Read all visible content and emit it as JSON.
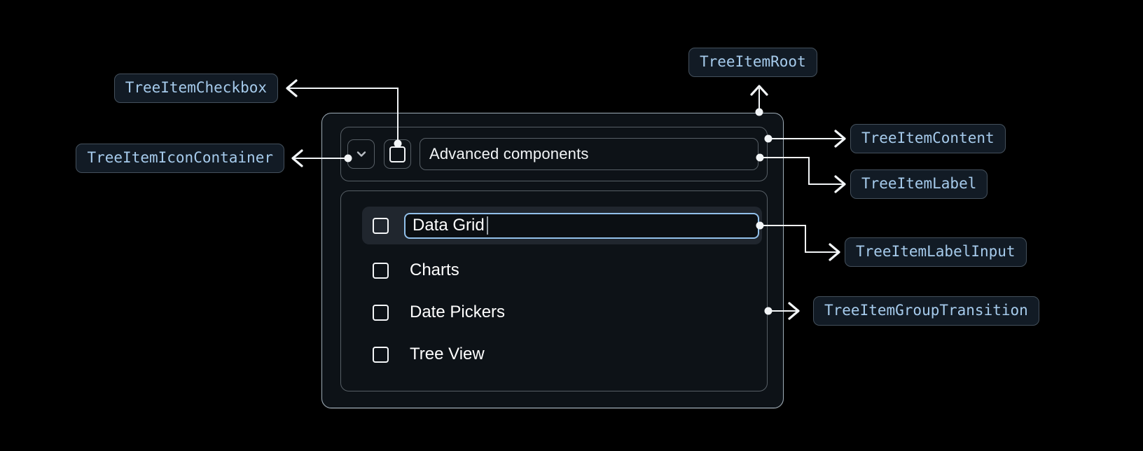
{
  "diagram": {
    "description_colors": {
      "canvas_bg": "#000000",
      "component_bg": "#0d1217",
      "root_border": "#9fadb8",
      "inner_border": "#575f66",
      "badge_bg": "#121b25",
      "badge_border": "#44505c",
      "badge_text": "#a6cbec",
      "input_focus_border": "#92c0ea",
      "row_highlight_bg": "#20262e",
      "connector": "#f2f5f7",
      "item_text": "#ffffff"
    }
  },
  "component": {
    "header": {
      "label": "Advanced components",
      "expand_icon": "chevron-down",
      "checkbox_state": "unchecked"
    },
    "items": [
      {
        "label": "Data Grid",
        "checked": false,
        "editing": true
      },
      {
        "label": "Charts",
        "checked": false,
        "editing": false
      },
      {
        "label": "Date Pickers",
        "checked": false,
        "editing": false
      },
      {
        "label": "Tree View",
        "checked": false,
        "editing": false
      }
    ],
    "label_input": {
      "value": "Data Grid",
      "caret_visible": true
    }
  },
  "annotations": {
    "root": "TreeItemRoot",
    "checkbox": "TreeItemCheckbox",
    "icon_container": "TreeItemIconContainer",
    "content": "TreeItemContent",
    "label": "TreeItemLabel",
    "label_input": "TreeItemLabelInput",
    "group_transition": "TreeItemGroupTransition"
  }
}
